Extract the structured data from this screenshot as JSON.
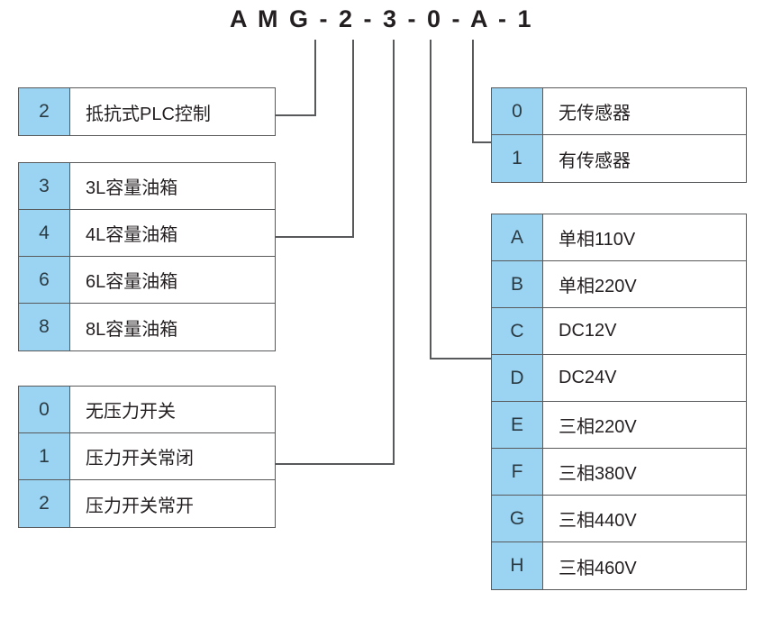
{
  "diagram": {
    "title": "A M G - 2 - 3 - 0 - A - 1",
    "accent_color": "#9ad4f2",
    "line_color": "#58595b",
    "text_color": "#231f20"
  },
  "tables": {
    "control": {
      "name": "control-type",
      "rows": [
        {
          "code": "2",
          "desc": "抵抗式PLC控制"
        }
      ]
    },
    "tank": {
      "name": "tank-capacity",
      "rows": [
        {
          "code": "3",
          "desc": "3L容量油箱"
        },
        {
          "code": "4",
          "desc": "4L容量油箱"
        },
        {
          "code": "6",
          "desc": "6L容量油箱"
        },
        {
          "code": "8",
          "desc": "8L容量油箱"
        }
      ]
    },
    "pressure": {
      "name": "pressure-switch",
      "rows": [
        {
          "code": "0",
          "desc": "无压力开关"
        },
        {
          "code": "1",
          "desc": "压力开关常闭"
        },
        {
          "code": "2",
          "desc": "压力开关常开"
        }
      ]
    },
    "sensor": {
      "name": "sensor-option",
      "rows": [
        {
          "code": "0",
          "desc": "无传感器"
        },
        {
          "code": "1",
          "desc": "有传感器"
        }
      ]
    },
    "voltage": {
      "name": "voltage-option",
      "rows": [
        {
          "code": "A",
          "desc": "单相110V"
        },
        {
          "code": "B",
          "desc": "单相220V"
        },
        {
          "code": "C",
          "desc": "DC12V"
        },
        {
          "code": "D",
          "desc": "DC24V"
        },
        {
          "code": "E",
          "desc": "三相220V"
        },
        {
          "code": "F",
          "desc": "三相380V"
        },
        {
          "code": "G",
          "desc": "三相440V"
        },
        {
          "code": "H",
          "desc": "三相460V"
        }
      ]
    }
  }
}
